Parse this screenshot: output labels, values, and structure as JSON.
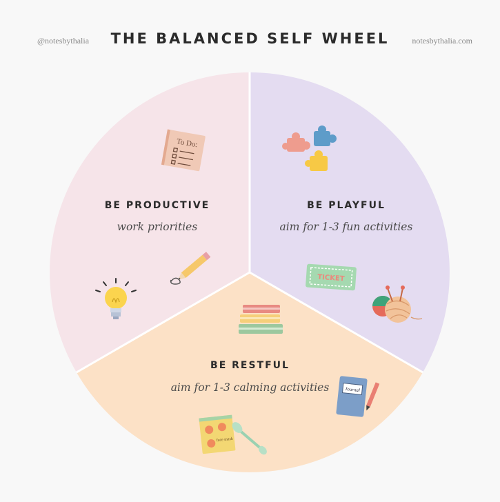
{
  "header": {
    "handle": "@notesbythalia",
    "title": "THE BALANCED SELF WHEEL",
    "website": "notesbythalia.com"
  },
  "segments": [
    {
      "title": "BE PRODUCTIVE",
      "subtitle": "work priorities",
      "color": "#f6e4e9",
      "icons": [
        "todo-list-icon",
        "pencil-icon",
        "lightbulb-icon"
      ]
    },
    {
      "title": "BE PLAYFUL",
      "subtitle": "aim for 1-3 fun activities",
      "color": "#e4dcf1",
      "icons": [
        "puzzle-pieces-icon",
        "ticket-icon",
        "yarn-balls-icon"
      ]
    },
    {
      "title": "BE RESTFUL",
      "subtitle": "aim for 1-3 calming activities",
      "color": "#fce1c6",
      "icons": [
        "book-stack-icon",
        "journal-icon",
        "face-roller-icon"
      ]
    }
  ],
  "icon_text": {
    "todo": "To Do:",
    "ticket": "TICKET",
    "journal": "Journal",
    "face_mask": "face mask"
  }
}
